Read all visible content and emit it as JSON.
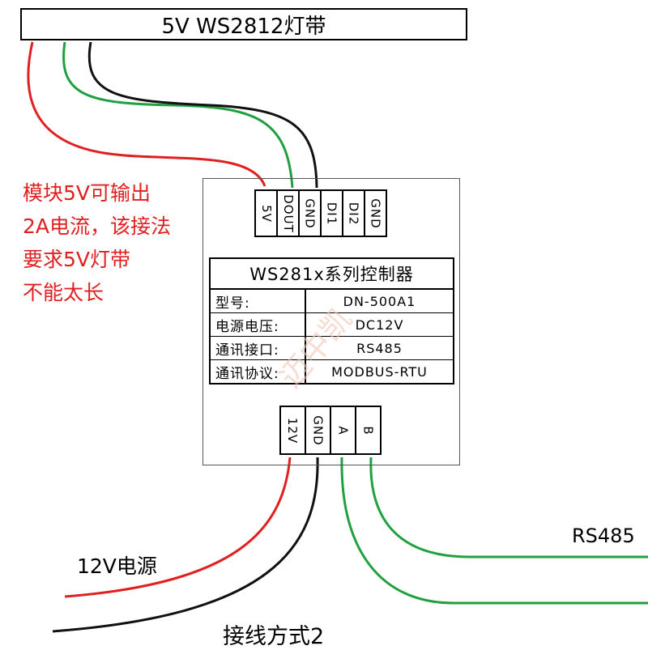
{
  "led_strip": {
    "label": "5V  WS2812灯带"
  },
  "module": {
    "top_terminals": [
      "5V",
      "DOUT",
      "GND",
      "DI1",
      "DI2",
      "GND"
    ],
    "bottom_terminals": [
      "12V",
      "GND",
      "A",
      "B"
    ],
    "spec_table": {
      "title": "WS281x系列控制器",
      "rows": [
        {
          "key": "型号:",
          "value": "DN-500A1"
        },
        {
          "key": "电源电压:",
          "value": "DC12V"
        },
        {
          "key": "通讯接口:",
          "value": "RS485"
        },
        {
          "key": "通讯协议:",
          "value": "MODBUS-RTU"
        }
      ]
    }
  },
  "note": "模块5V可输出\n2A电流，该接法\n要求5V灯带\n不能太长",
  "labels": {
    "power": "12V电源",
    "rs485": "RS485",
    "wiring_mode": "接线方式2"
  },
  "watermark": "迈中凯"
}
